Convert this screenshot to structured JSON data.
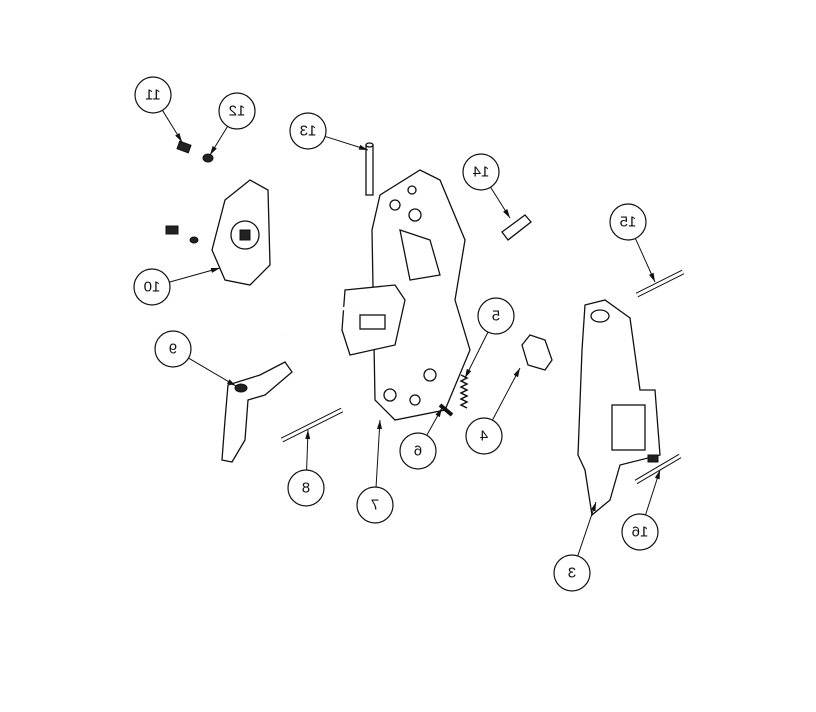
{
  "drawing": {
    "mirrored": true,
    "balloons": [
      {
        "label": "11",
        "part": "screw"
      },
      {
        "label": "12",
        "part": "washer"
      },
      {
        "label": "13",
        "part": "pin"
      },
      {
        "label": "14",
        "part": "dowel"
      },
      {
        "label": "15",
        "part": "pin"
      },
      {
        "label": "10",
        "part": "housing"
      },
      {
        "label": "9",
        "part": "lever"
      },
      {
        "label": "8",
        "part": "rod"
      },
      {
        "label": "7",
        "part": "main-plate"
      },
      {
        "label": "6",
        "part": "small-pin"
      },
      {
        "label": "5",
        "part": "spring"
      },
      {
        "label": "4",
        "part": "cam"
      },
      {
        "label": "3",
        "part": "frame"
      },
      {
        "label": "16",
        "part": "pin"
      }
    ]
  }
}
